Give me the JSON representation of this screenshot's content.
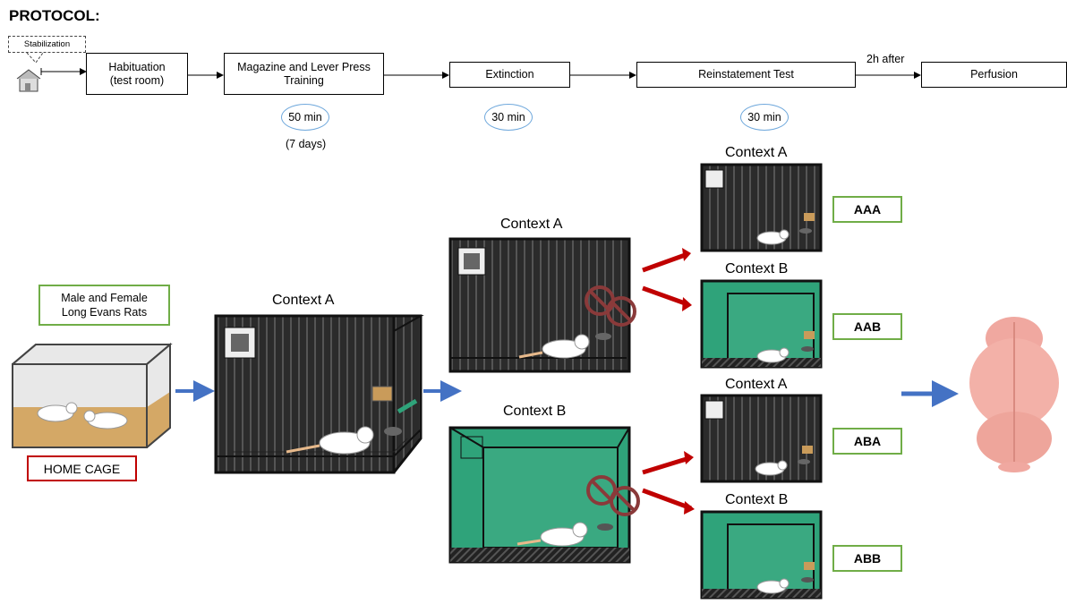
{
  "title": "PROTOCOL:",
  "stabilization": "Stabilization",
  "steps": {
    "habituation": [
      "Habituation",
      "(test room)"
    ],
    "training": [
      "Magazine and Lever Press",
      "Training"
    ],
    "extinction": "Extinction",
    "reinstatement": "Reinstatement Test",
    "perfusion": "Perfusion"
  },
  "delay": "2h after",
  "durations": {
    "training": "50 min",
    "training_days": "(7 days)",
    "extinction": "30 min",
    "reinstatement": "30 min"
  },
  "subjects": [
    "Male and Female",
    "Long Evans Rats"
  ],
  "home_cage": "HOME CAGE",
  "contexts": {
    "training": "Context A",
    "ext_a": "Context A",
    "ext_b": "Context B",
    "test_aaa": "Context A",
    "test_aab": "Context B",
    "test_aba": "Context A",
    "test_abb": "Context B"
  },
  "groups": [
    "AAA",
    "AAB",
    "ABA",
    "ABB"
  ],
  "colors": {
    "context_a": "#2b2b2b",
    "context_b": "#2fa37a",
    "group_border": "#70ad47",
    "home_cage_border": "#c00000",
    "flow_arrow": "#4472c4",
    "branch_arrow": "#c00000",
    "duration_oval": "#6fa8dc"
  }
}
